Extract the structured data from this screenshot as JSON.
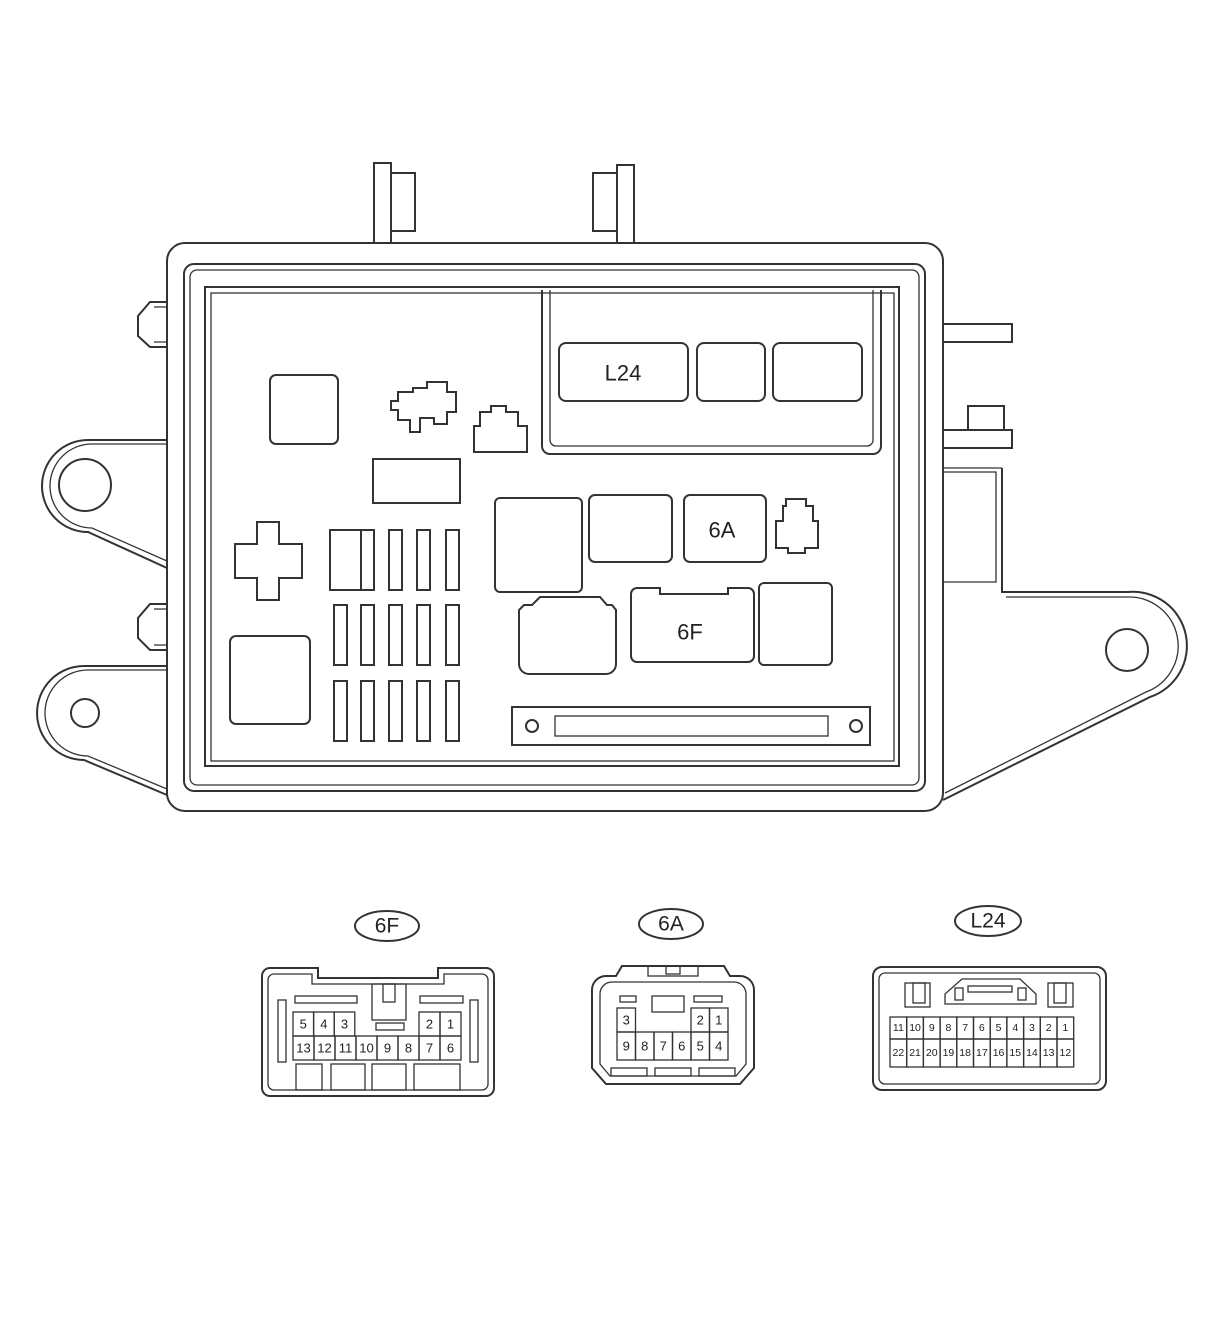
{
  "box_labels": {
    "l24": "L24",
    "a6": "6A",
    "f6": "6F"
  },
  "connectors": {
    "f6": {
      "tag": "6F",
      "top_row": [
        "5",
        "4",
        "3",
        "2",
        "1"
      ],
      "bottom_row": [
        "13",
        "12",
        "11",
        "10",
        "9",
        "8",
        "7",
        "6"
      ]
    },
    "a6": {
      "tag": "6A",
      "top_row": [
        "3",
        "2",
        "1"
      ],
      "bottom_row": [
        "9",
        "8",
        "7",
        "6",
        "5",
        "4"
      ]
    },
    "l24": {
      "tag": "L24",
      "top_row": [
        "11",
        "10",
        "9",
        "8",
        "7",
        "6",
        "5",
        "4",
        "3",
        "2",
        "1"
      ],
      "bottom_row": [
        "22",
        "21",
        "20",
        "19",
        "18",
        "17",
        "16",
        "15",
        "14",
        "13",
        "12"
      ]
    }
  }
}
